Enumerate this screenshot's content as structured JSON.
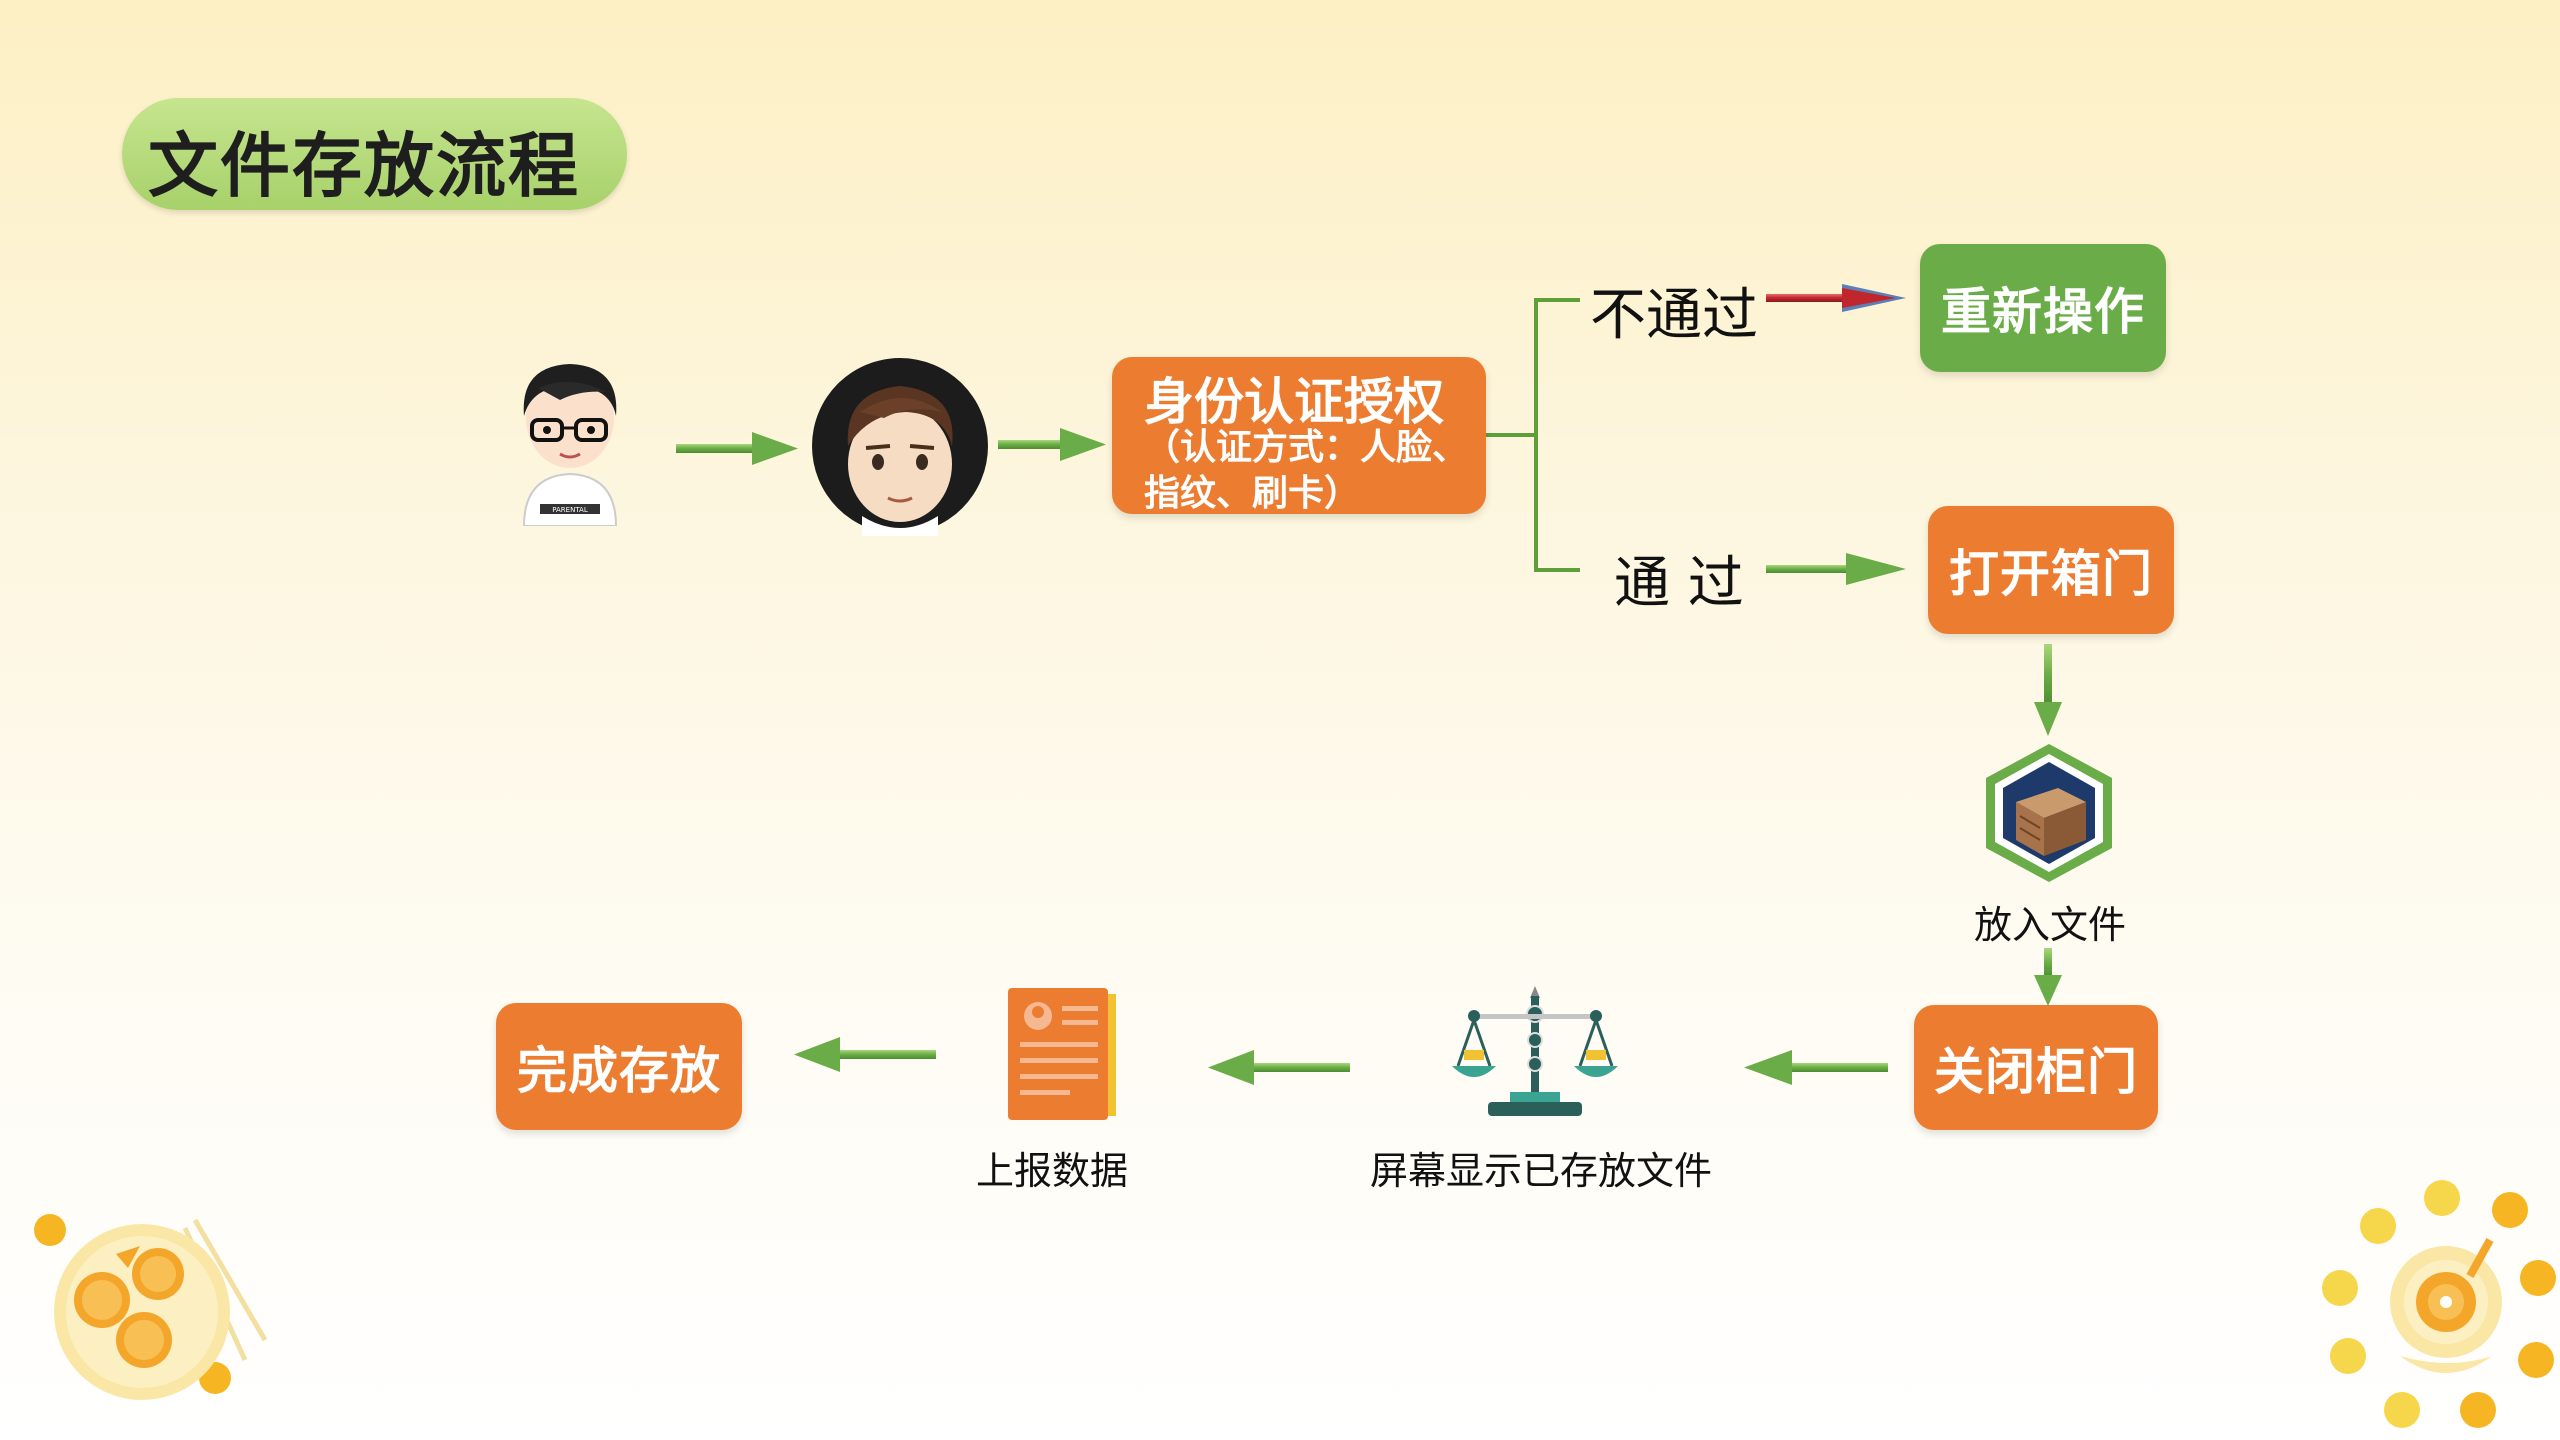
{
  "title": "文件存放流程",
  "auth": {
    "line1": "身份认证授权",
    "line2": "（认证方式：人脸、",
    "line3": "指纹、刷卡）"
  },
  "branch": {
    "fail_label": "不通过",
    "pass_label": "通 过"
  },
  "boxes": {
    "retry": "重新操作",
    "open_door": "打开箱门",
    "close_door": "关闭柜门",
    "complete": "完成存放"
  },
  "captions": {
    "put_file": "放入文件",
    "screen_show": "屏幕显示已存放文件",
    "report": "上报数据"
  },
  "tshirt_text": "PARENTAL",
  "colors": {
    "orange": "#ec7c30",
    "green": "#6aac47",
    "arrow_green": "#6aac47",
    "arrow_red": "#c0272d",
    "connector": "#5f9f3a"
  }
}
